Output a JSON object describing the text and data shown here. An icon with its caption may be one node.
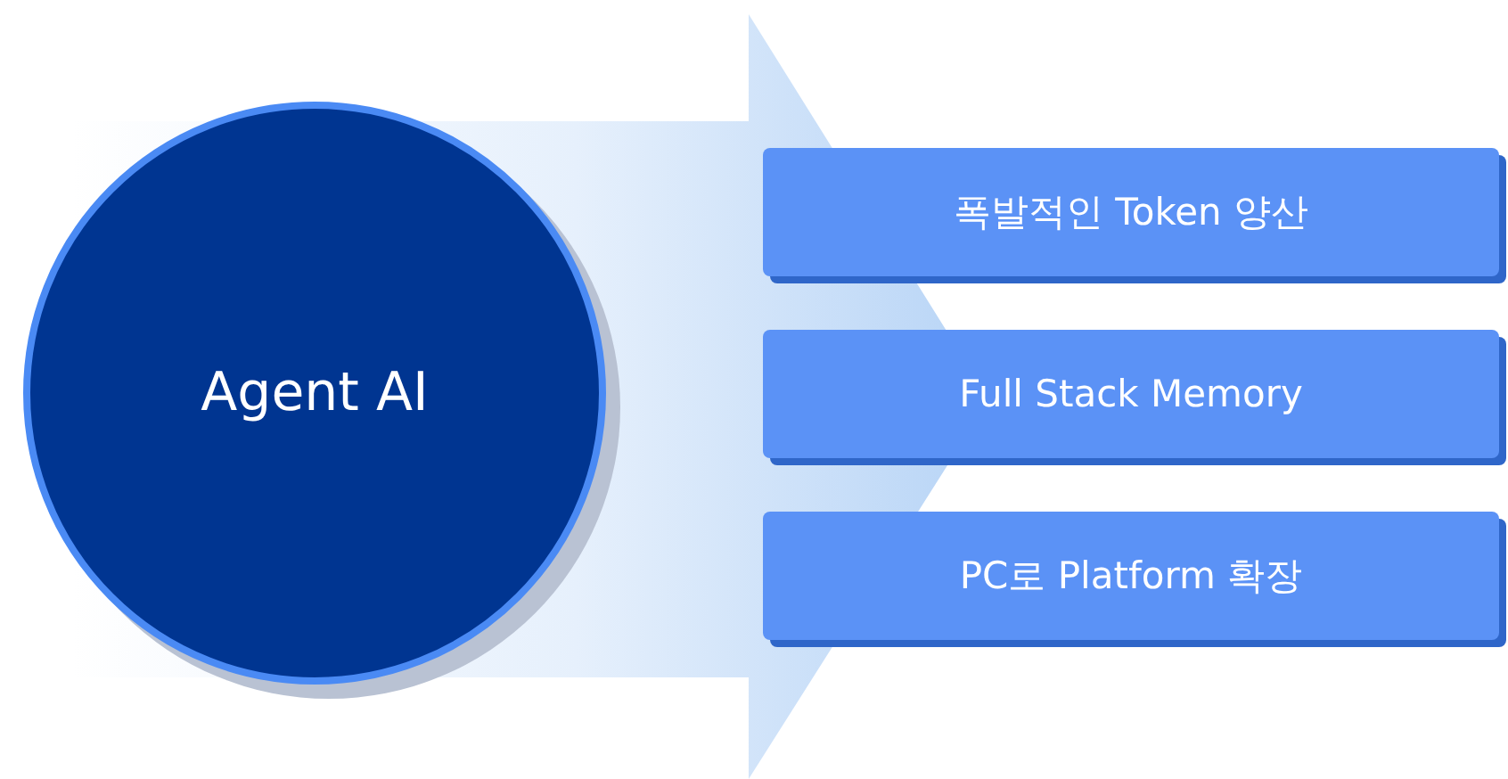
{
  "diagram": {
    "nodes": [
      {
        "text": [
          "Agent AI"
        ]
      },
      {
        "text": [
          "폭발적인 Token 양산"
        ]
      },
      {
        "text": [
          "Full Stack Memory"
        ]
      },
      {
        "text": [
          "PC로 Platform 확장"
        ]
      }
    ],
    "edges": [
      {
        "from": 0,
        "to": 1,
        "arrow": "to"
      },
      {
        "from": 0,
        "to": 2,
        "arrow": "to"
      },
      {
        "from": 0,
        "to": 3,
        "arrow": "to"
      }
    ]
  }
}
